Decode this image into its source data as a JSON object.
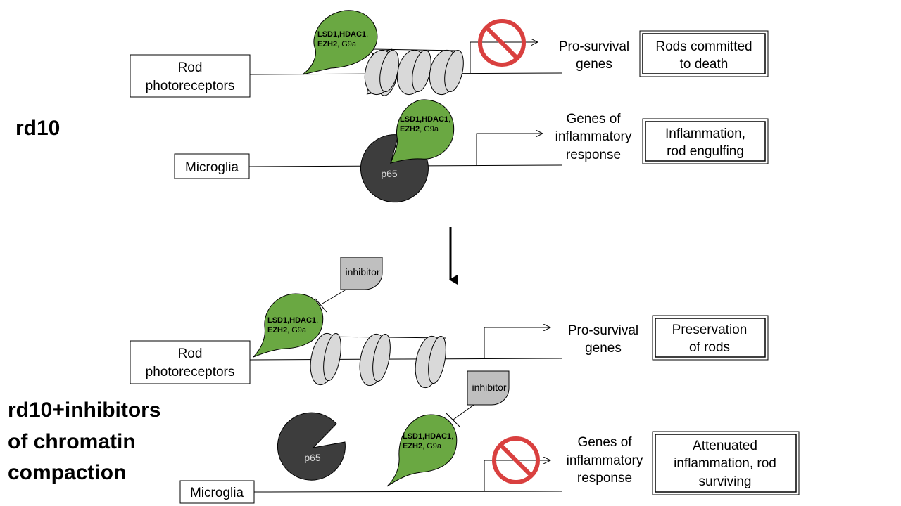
{
  "top": {
    "condition_label": "rd10",
    "rod": {
      "line1": "Rod",
      "line2": "photoreceptors"
    },
    "microglia": "Microglia",
    "complex": {
      "line1_bold": "LSD1,HDAC1",
      "line1_rest": ",",
      "line2_bold": "EZH2",
      "line2_rest": ", G9a"
    },
    "complex2": {
      "line1_bold": "LSD1,HDAC1",
      "line1_rest": ",",
      "line2_bold": "EZH2",
      "line2_rest": ", G9a"
    },
    "p65": "p65",
    "pro_survival": {
      "line1": "Pro-survival",
      "line2": "genes"
    },
    "inflammatory": {
      "line1": "Genes of",
      "line2": "inflammatory",
      "line3": "response"
    },
    "outcome_rods": {
      "line1": "Rods committed",
      "line2": "to death"
    },
    "outcome_inflam": {
      "line1": "Inflammation,",
      "line2": "rod engulfing"
    }
  },
  "bottom": {
    "condition_label": {
      "line1": "rd10+inhibitors",
      "line2": "of chromatin",
      "line3": "compaction"
    },
    "rod": {
      "line1": "Rod",
      "line2": "photoreceptors"
    },
    "microglia": "Microglia",
    "inhibitor1": "inhibitor",
    "inhibitor2": "inhibitor",
    "complex": {
      "line1_bold": "LSD1,HDAC1",
      "line1_rest": ",",
      "line2_bold": "EZH2",
      "line2_rest": ", G9a"
    },
    "complex2": {
      "line1_bold": "LSD1,HDAC1",
      "line1_rest": ",",
      "line2_bold": "EZH2",
      "line2_rest": ", G9a"
    },
    "p65": "p65",
    "pro_survival": {
      "line1": "Pro-survival",
      "line2": "genes"
    },
    "inflammatory": {
      "line1": "Genes of",
      "line2": "inflammatory",
      "line3": "response"
    },
    "outcome_rods": {
      "line1": "Preservation",
      "line2": "of rods"
    },
    "outcome_inflam": {
      "line1": "Attenuated",
      "line2": "inflammation,  rod",
      "line3": "surviving"
    }
  },
  "colors": {
    "complex_green": "#6aa842",
    "p65_dark": "#3d3d3d",
    "nucleosome_gray": "#d9d9d9",
    "inhibitor_gray": "#bfbfbf",
    "block_red": "#d9403f"
  }
}
